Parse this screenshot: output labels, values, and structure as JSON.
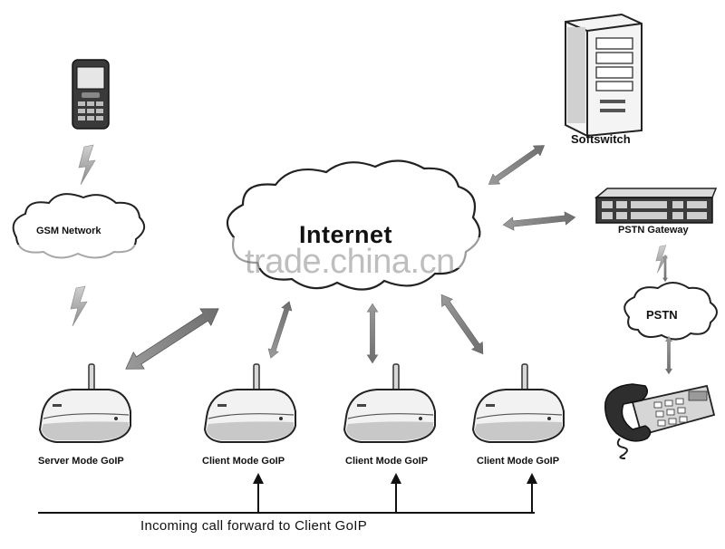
{
  "nodes": {
    "gsm_network": "GSM Network",
    "internet": "Internet",
    "softswitch": "Softswitch",
    "pstn_gateway": "PSTN Gateway",
    "pstn": "PSTN",
    "goips": [
      "Server Mode GoIP",
      "Client Mode GoIP",
      "Client Mode GoIP",
      "Client Mode GoIP"
    ]
  },
  "flow_label": "Incoming call forward to Client GoIP",
  "watermark": "trade.china.cn",
  "icons": [
    "mobile-phone-icon",
    "server-tower-icon",
    "rack-gateway-icon",
    "desk-telephone-icon",
    "goip-device-icon",
    "lightning-icon"
  ]
}
